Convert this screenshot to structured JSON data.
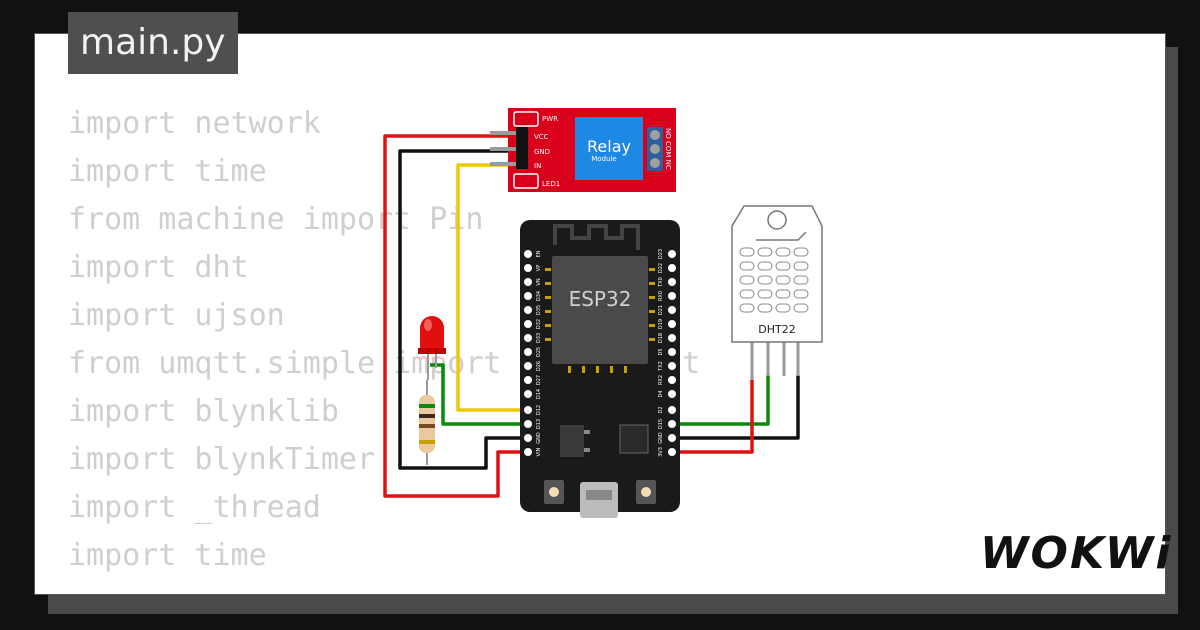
{
  "file_tab": "main.py",
  "code_lines": [
    "import network",
    "import time",
    "from machine import Pin",
    "import dht",
    "import ujson",
    "from umqtt.simple import MQTTClient",
    "import blynklib",
    "import blynkTimer",
    "import _thread",
    "import time"
  ],
  "relay": {
    "title": "Relay",
    "subtitle": "Module",
    "pins": [
      "VCC",
      "GND",
      "IN"
    ],
    "pwr": "PWR",
    "led": "LED1",
    "terminals": "NO COM NC"
  },
  "esp32": {
    "label": "ESP32",
    "left_pins": [
      "EN",
      "VP",
      "VN",
      "D34",
      "D35",
      "D32",
      "D33",
      "D25",
      "D26",
      "D27",
      "D14",
      "D12",
      "D13",
      "GND",
      "VIN"
    ],
    "right_pins": [
      "D23",
      "D22",
      "TX0",
      "RX0",
      "D21",
      "D19",
      "D18",
      "D5",
      "TX2",
      "RX2",
      "D4",
      "D2",
      "D15",
      "GND",
      "3V3"
    ]
  },
  "dht": {
    "label": "DHT22"
  },
  "brand": "WOKWi",
  "colors": {
    "relay_board": "#d9001b",
    "relay_box": "#1e88e5",
    "esp_board": "#1a1a1a",
    "wire_red": "#e01010",
    "wire_black": "#111111",
    "wire_yellow": "#f0c800",
    "wire_green": "#0a8a0a"
  }
}
